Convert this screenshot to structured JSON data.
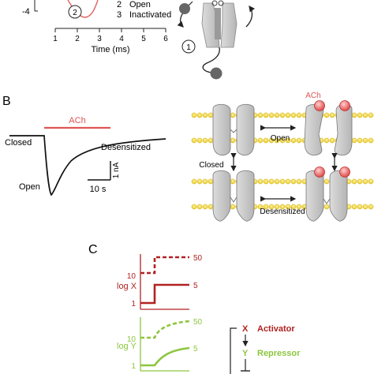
{
  "panel_a": {
    "y_tick": "-4",
    "x_ticks": [
      "1",
      "2",
      "3",
      "4",
      "5",
      "6"
    ],
    "x_label": "Time (ms)",
    "legend": [
      {
        "num": "2",
        "text": "Open"
      },
      {
        "num": "3",
        "text": "Inactivated"
      }
    ],
    "circle_label_trace": "2",
    "circle_label_channel": "1"
  },
  "panel_b": {
    "letter": "B",
    "stimulus": "ACh",
    "state_closed": "Closed",
    "state_desensitized": "Desensitized",
    "state_open": "Open",
    "scale_current": "1 nA",
    "scale_time": "10 s",
    "diagram": {
      "agonist": "ACh",
      "open": "Open",
      "closed": "Closed",
      "desensitized": "Desensitized"
    }
  },
  "panel_c": {
    "letter": "C",
    "x_label": "log X",
    "y_label": "log Y",
    "x_ticks_top": [
      "10",
      "1"
    ],
    "y_ticks": [
      "10",
      "1"
    ],
    "x_right_50": "50",
    "x_right_5": "5",
    "y_right_50": "50",
    "y_right_5": "5",
    "legend_x_letter": "X",
    "legend_x_text": "Activator",
    "legend_y_letter": "Y",
    "legend_y_text": "Repressor",
    "colors": {
      "activator": "#b22222",
      "repressor": "#8dc63f"
    }
  }
}
